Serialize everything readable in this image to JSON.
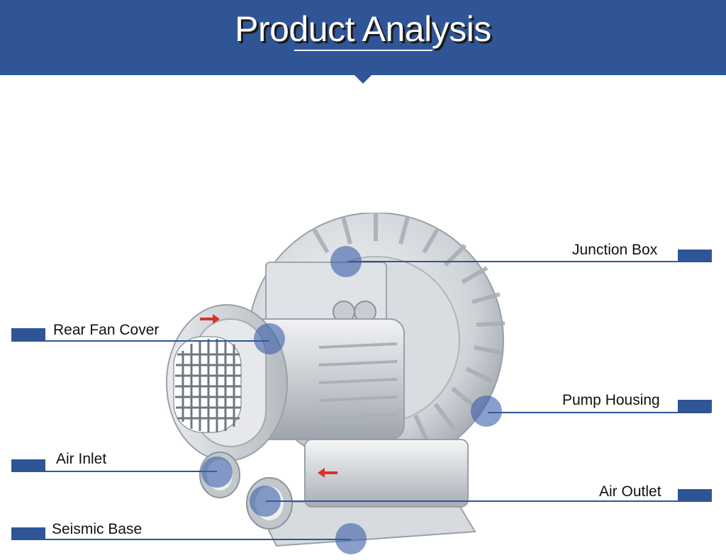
{
  "header": {
    "title": "Product Analysis"
  },
  "colors": {
    "banner": "#2f5597",
    "marker": "#3b5fa8",
    "leader_line": "#2f5597"
  },
  "callouts": {
    "junction_box": "Junction Box",
    "rear_fan_cover": "Rear Fan Cover",
    "pump_housing": "Pump Housing",
    "air_inlet": "Air Inlet",
    "air_outlet": "Air Outlet",
    "seismic_base": "Seismic Base"
  }
}
